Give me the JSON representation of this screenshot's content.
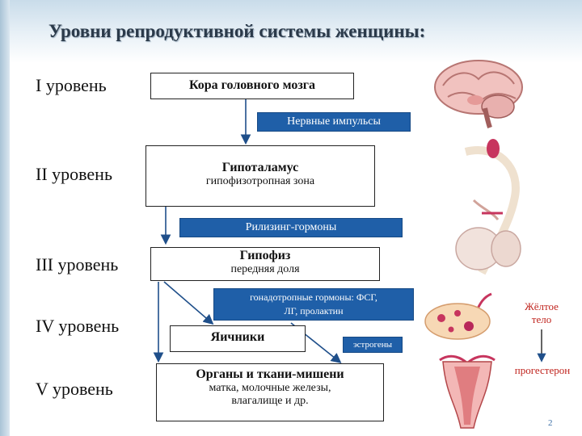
{
  "title": "Уровни репродуктивной системы женщины:",
  "levels": [
    "I уровень",
    "II уровень",
    "III уровень",
    "IV уровень",
    "V уровень"
  ],
  "boxes": {
    "cortex": {
      "main": "Кора головного мозга"
    },
    "hypothalamus": {
      "main": "Гипоталамус",
      "sub": "гипофизотропная зона"
    },
    "pituitary": {
      "main": "Гипофиз",
      "sub": "передняя доля"
    },
    "ovaries": {
      "main": "Яичники"
    },
    "targets": {
      "main": "Органы и ткани-мишени",
      "sub1": "матка, молочные железы,",
      "sub2": "влагалище и др."
    }
  },
  "signals": {
    "nerve": "Нервные импульсы",
    "releasing": "Рилизинг-гормоны",
    "gonadotropic_1": "гонадотропные гормоны: ФСГ,",
    "gonadotropic_2": "ЛГ, пролактин",
    "estrogens": "эстрогены"
  },
  "notes": {
    "corpus_luteum_1": "Жёлтое",
    "corpus_luteum_2": "тело",
    "progesterone": "прогестерон"
  },
  "page_number": "2",
  "colors": {
    "band": "#1f5fa8",
    "arrow": "#1f4f8a",
    "note": "#c0251f"
  },
  "illustrations": [
    "brain-image",
    "hypothalamus-pituitary-image",
    "ovary-image",
    "uterus-image"
  ]
}
